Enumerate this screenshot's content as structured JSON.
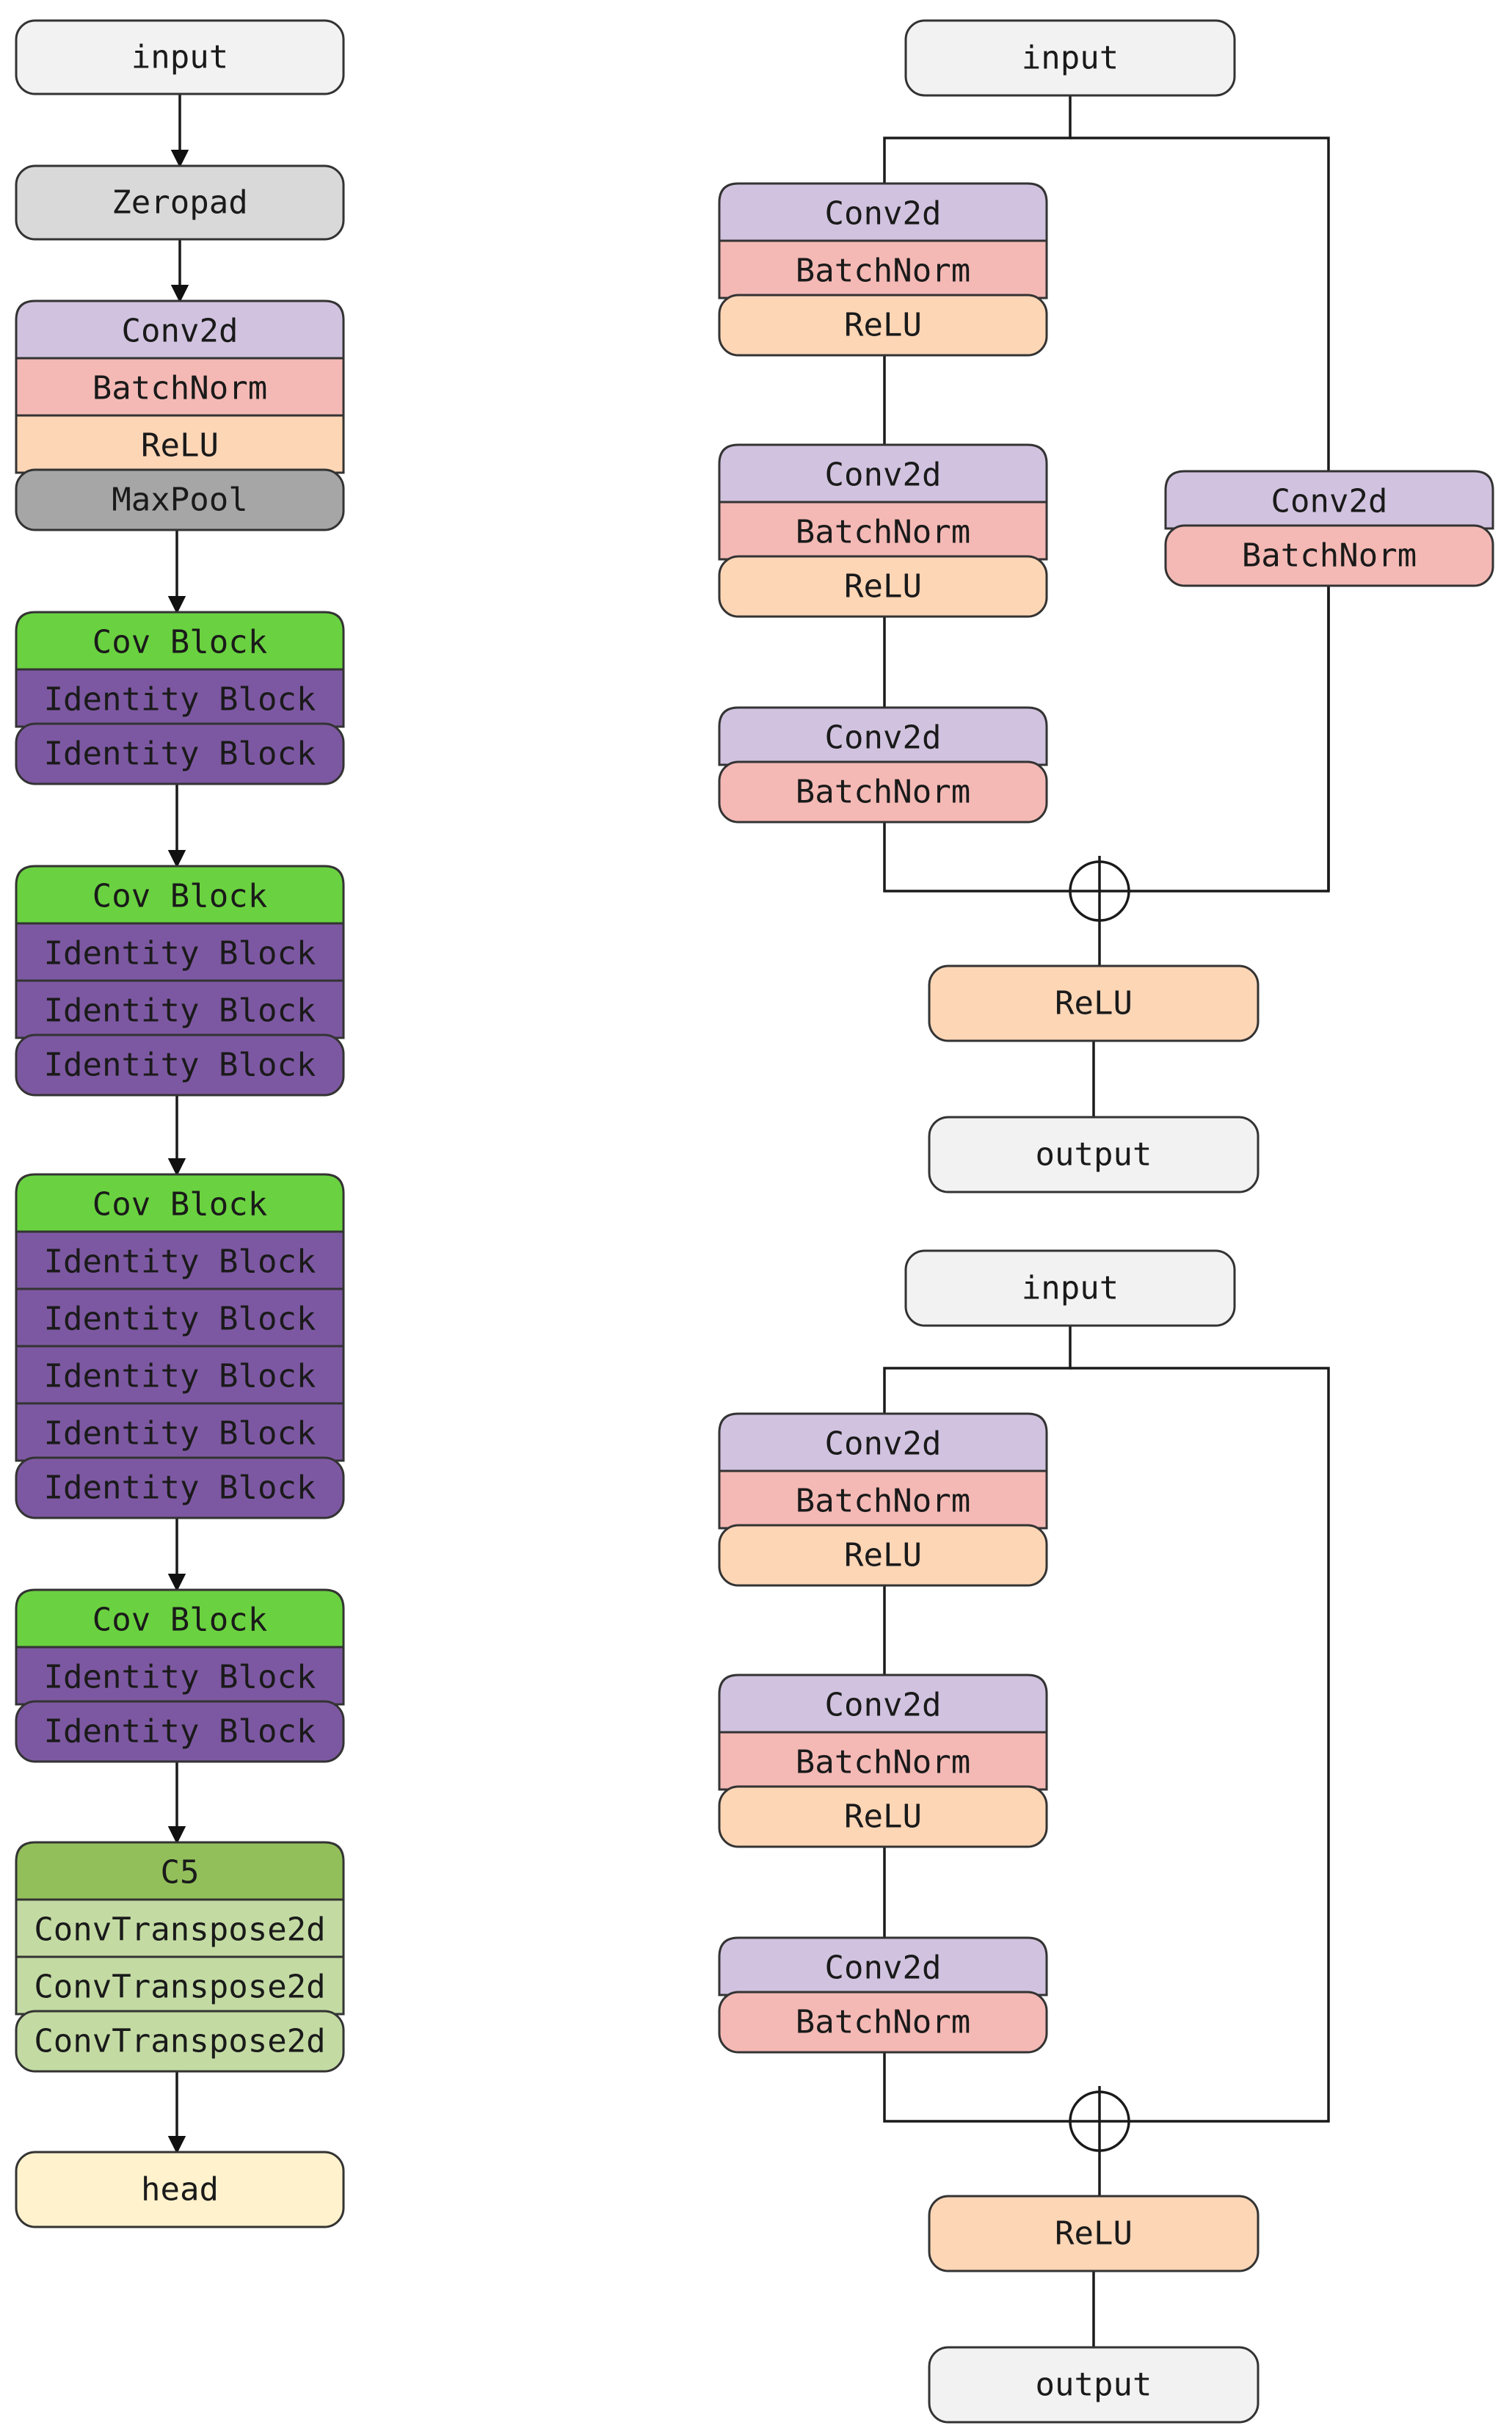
{
  "colors": {
    "input": "#f2f2f2",
    "zeropad": "#d9d9d9",
    "conv2d": "#d1c3df",
    "batchnorm": "#f4b9b5",
    "relu": "#fdd6b6",
    "maxpool": "#a6a6a6",
    "cov_block": "#6ad240",
    "identity_block": "#7d58a2",
    "c5": "#93bf5a",
    "convtranspose": "#c3dba3",
    "head": "#fff2cc",
    "output": "#f2f2f2"
  },
  "backbone": {
    "input": "input",
    "zeropad": "Zeropad",
    "stem": [
      "Conv2d",
      "BatchNorm",
      "ReLU",
      "MaxPool"
    ],
    "stages": [
      {
        "cov": "Cov Block",
        "identity": [
          "Identity Block",
          "Identity Block"
        ]
      },
      {
        "cov": "Cov Block",
        "identity": [
          "Identity Block",
          "Identity Block",
          "Identity Block"
        ]
      },
      {
        "cov": "Cov Block",
        "identity": [
          "Identity Block",
          "Identity Block",
          "Identity Block",
          "Identity Block",
          "Identity Block"
        ]
      },
      {
        "cov": "Cov Block",
        "identity": [
          "Identity Block",
          "Identity Block"
        ]
      }
    ],
    "c5": [
      "C5",
      "ConvTranspose2d",
      "ConvTranspose2d",
      "ConvTranspose2d"
    ],
    "head": "head"
  },
  "conv_block": {
    "input": "input",
    "main": [
      [
        "Conv2d",
        "BatchNorm",
        "ReLU"
      ],
      [
        "Conv2d",
        "BatchNorm",
        "ReLU"
      ],
      [
        "Conv2d",
        "BatchNorm"
      ]
    ],
    "shortcut": [
      "Conv2d",
      "BatchNorm"
    ],
    "relu": "ReLU",
    "output": "output"
  },
  "identity_block": {
    "input": "input",
    "main": [
      [
        "Conv2d",
        "BatchNorm",
        "ReLU"
      ],
      [
        "Conv2d",
        "BatchNorm",
        "ReLU"
      ],
      [
        "Conv2d",
        "BatchNorm"
      ]
    ],
    "relu": "ReLU",
    "output": "output"
  }
}
